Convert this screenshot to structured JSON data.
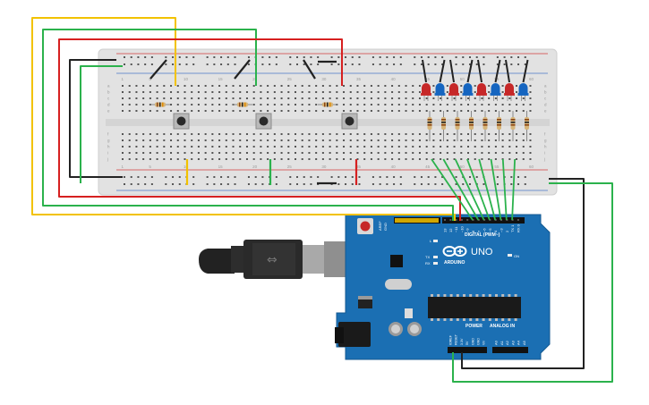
{
  "arduino": {
    "brand": "ARDUINO",
    "model": "UNO",
    "on_label": "ON",
    "l_label": "L",
    "tx_label": "TX",
    "rx_label": "RX",
    "digital_label": "DIGITAL (PWM~)",
    "aref_label": "AREF",
    "gnd_label": "GND",
    "power_label": "POWER",
    "analog_label": "ANALOG IN",
    "digital_pins": [
      "13",
      "12",
      "~11",
      "~10",
      "~9",
      "8",
      "7",
      "~6",
      "~5",
      "4",
      "~3",
      "2",
      "TX 1",
      "RX 0"
    ],
    "power_pins": [
      "IOREF",
      "RESET",
      "3.3V",
      "5V",
      "GND",
      "GND",
      "Vin"
    ],
    "analog_pins": [
      "A0",
      "A1",
      "A2",
      "A3",
      "A4",
      "A5"
    ]
  },
  "breadboard": {
    "row_letters_top": [
      "a",
      "b",
      "c",
      "d",
      "e"
    ],
    "row_letters_bottom": [
      "f",
      "g",
      "h",
      "i",
      "j"
    ],
    "column_numbers": [
      "1",
      "5",
      "10",
      "15",
      "20",
      "25",
      "30",
      "35",
      "40",
      "45",
      "50",
      "55",
      "60"
    ]
  },
  "components": {
    "led_colors": [
      "#c62828",
      "#1565c0",
      "#c62828",
      "#1565c0",
      "#c62828",
      "#1565c0",
      "#c62828",
      "#1565c0"
    ],
    "wire_colors": {
      "yellow": "#f2c200",
      "green": "#2bb24c",
      "red": "#d62020",
      "black": "#222222"
    }
  }
}
